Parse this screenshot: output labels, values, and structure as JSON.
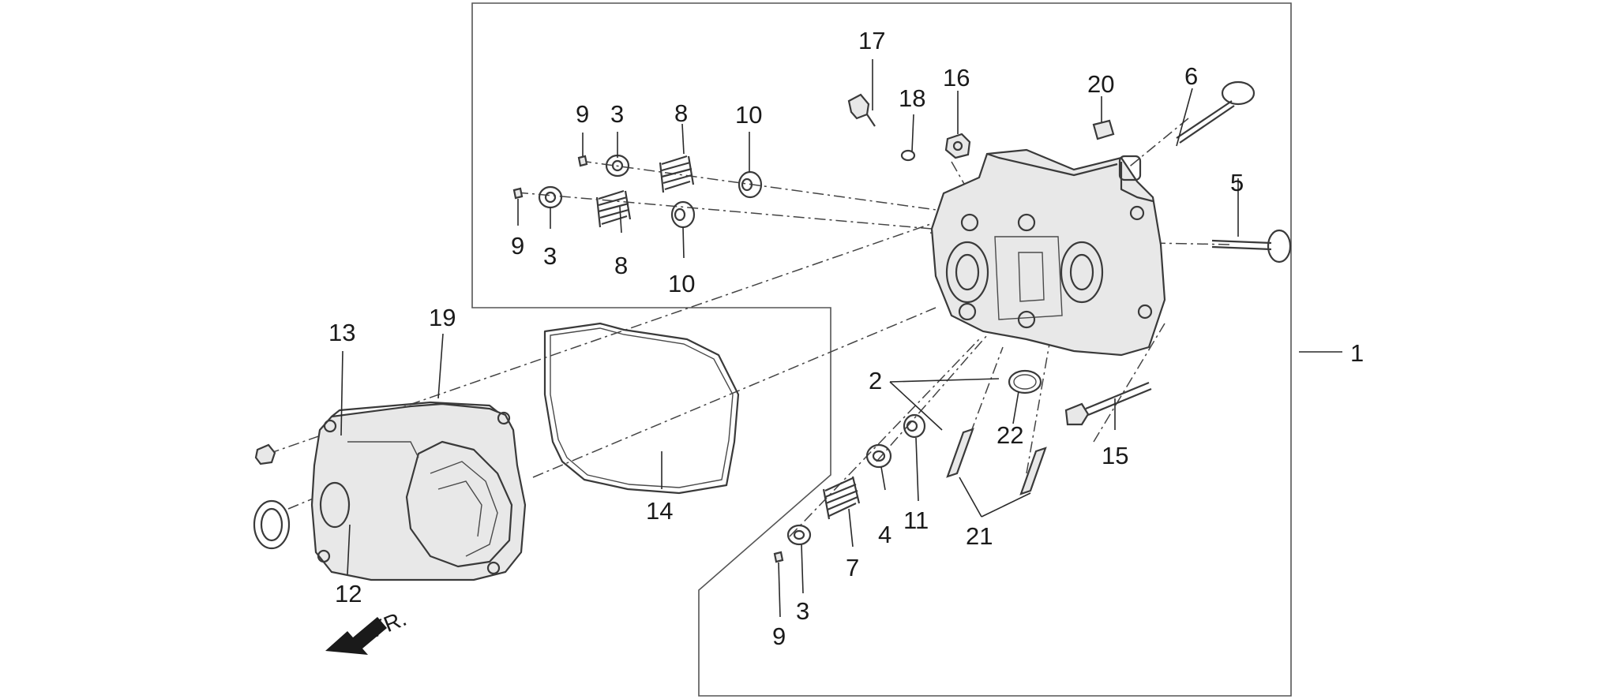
{
  "labels": {
    "l1": "1",
    "l2": "2",
    "l3a": "3",
    "l3b": "3",
    "l3c": "3",
    "l4": "4",
    "l5": "5",
    "l6": "6",
    "l7": "7",
    "l8a": "8",
    "l8b": "8",
    "l9a": "9",
    "l9b": "9",
    "l9c": "9",
    "l10a": "10",
    "l10b": "10",
    "l11": "11",
    "l12": "12",
    "l13": "13",
    "l14": "14",
    "l15": "15",
    "l16": "16",
    "l17": "17",
    "l18": "18",
    "l19": "19",
    "l20": "20",
    "l21": "21",
    "l22": "22"
  },
  "front_indicator": "FR."
}
